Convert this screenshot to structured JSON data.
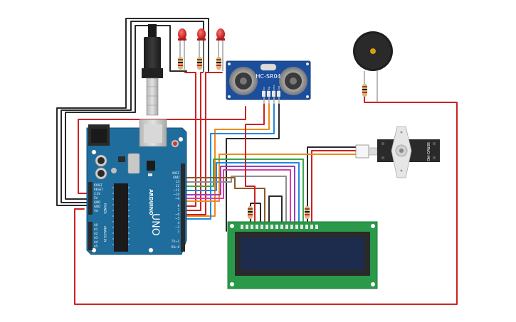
{
  "colors": {
    "arduino_board": "#1f6d9c",
    "arduino_dark": "#15507a",
    "lcd_pcb": "#2a9a4a",
    "lcd_screen": "#1d2c4c",
    "sensor_board": "#1b4e9c",
    "wire_red": "#cc2222",
    "wire_black": "#2a2a2a",
    "wire_orange": "#f08a1c",
    "wire_blue": "#2288dd",
    "wire_green": "#3aa84a",
    "wire_purple": "#9b3fb8",
    "wire_pink": "#dd3aa8",
    "wire_brown": "#8a5a2a",
    "wire_gray": "#8d8d8d"
  },
  "arduino": {
    "brand": "ARDUINO",
    "model": "UNO",
    "power_header": "POWER",
    "analog_header": "ANALOG IN",
    "power_pins": [
      "IOREF",
      "RESET",
      "3.3V",
      "5V",
      "GND",
      "GND",
      "Vin"
    ],
    "analog_pins": [
      "A0",
      "A1",
      "A2",
      "A3",
      "A4",
      "A5"
    ],
    "digital_pins": [
      "AREF",
      "GND",
      "13",
      "12",
      "~11",
      "~10",
      "~9",
      "8",
      "7",
      "~6",
      "~5",
      "4",
      "~3",
      "2",
      "TX→1",
      "RX←0"
    ]
  },
  "ultrasonic": {
    "label": "HC-SR04",
    "pins": [
      "Vcc",
      "Trig",
      "Echo",
      "Gnd"
    ]
  },
  "servo": {
    "label": "SERVO-MG"
  },
  "icons": [
    "usb-cable-icon",
    "led-icon",
    "resistor-icon",
    "buzzer-icon",
    "servo-icon",
    "lcd-icon"
  ]
}
